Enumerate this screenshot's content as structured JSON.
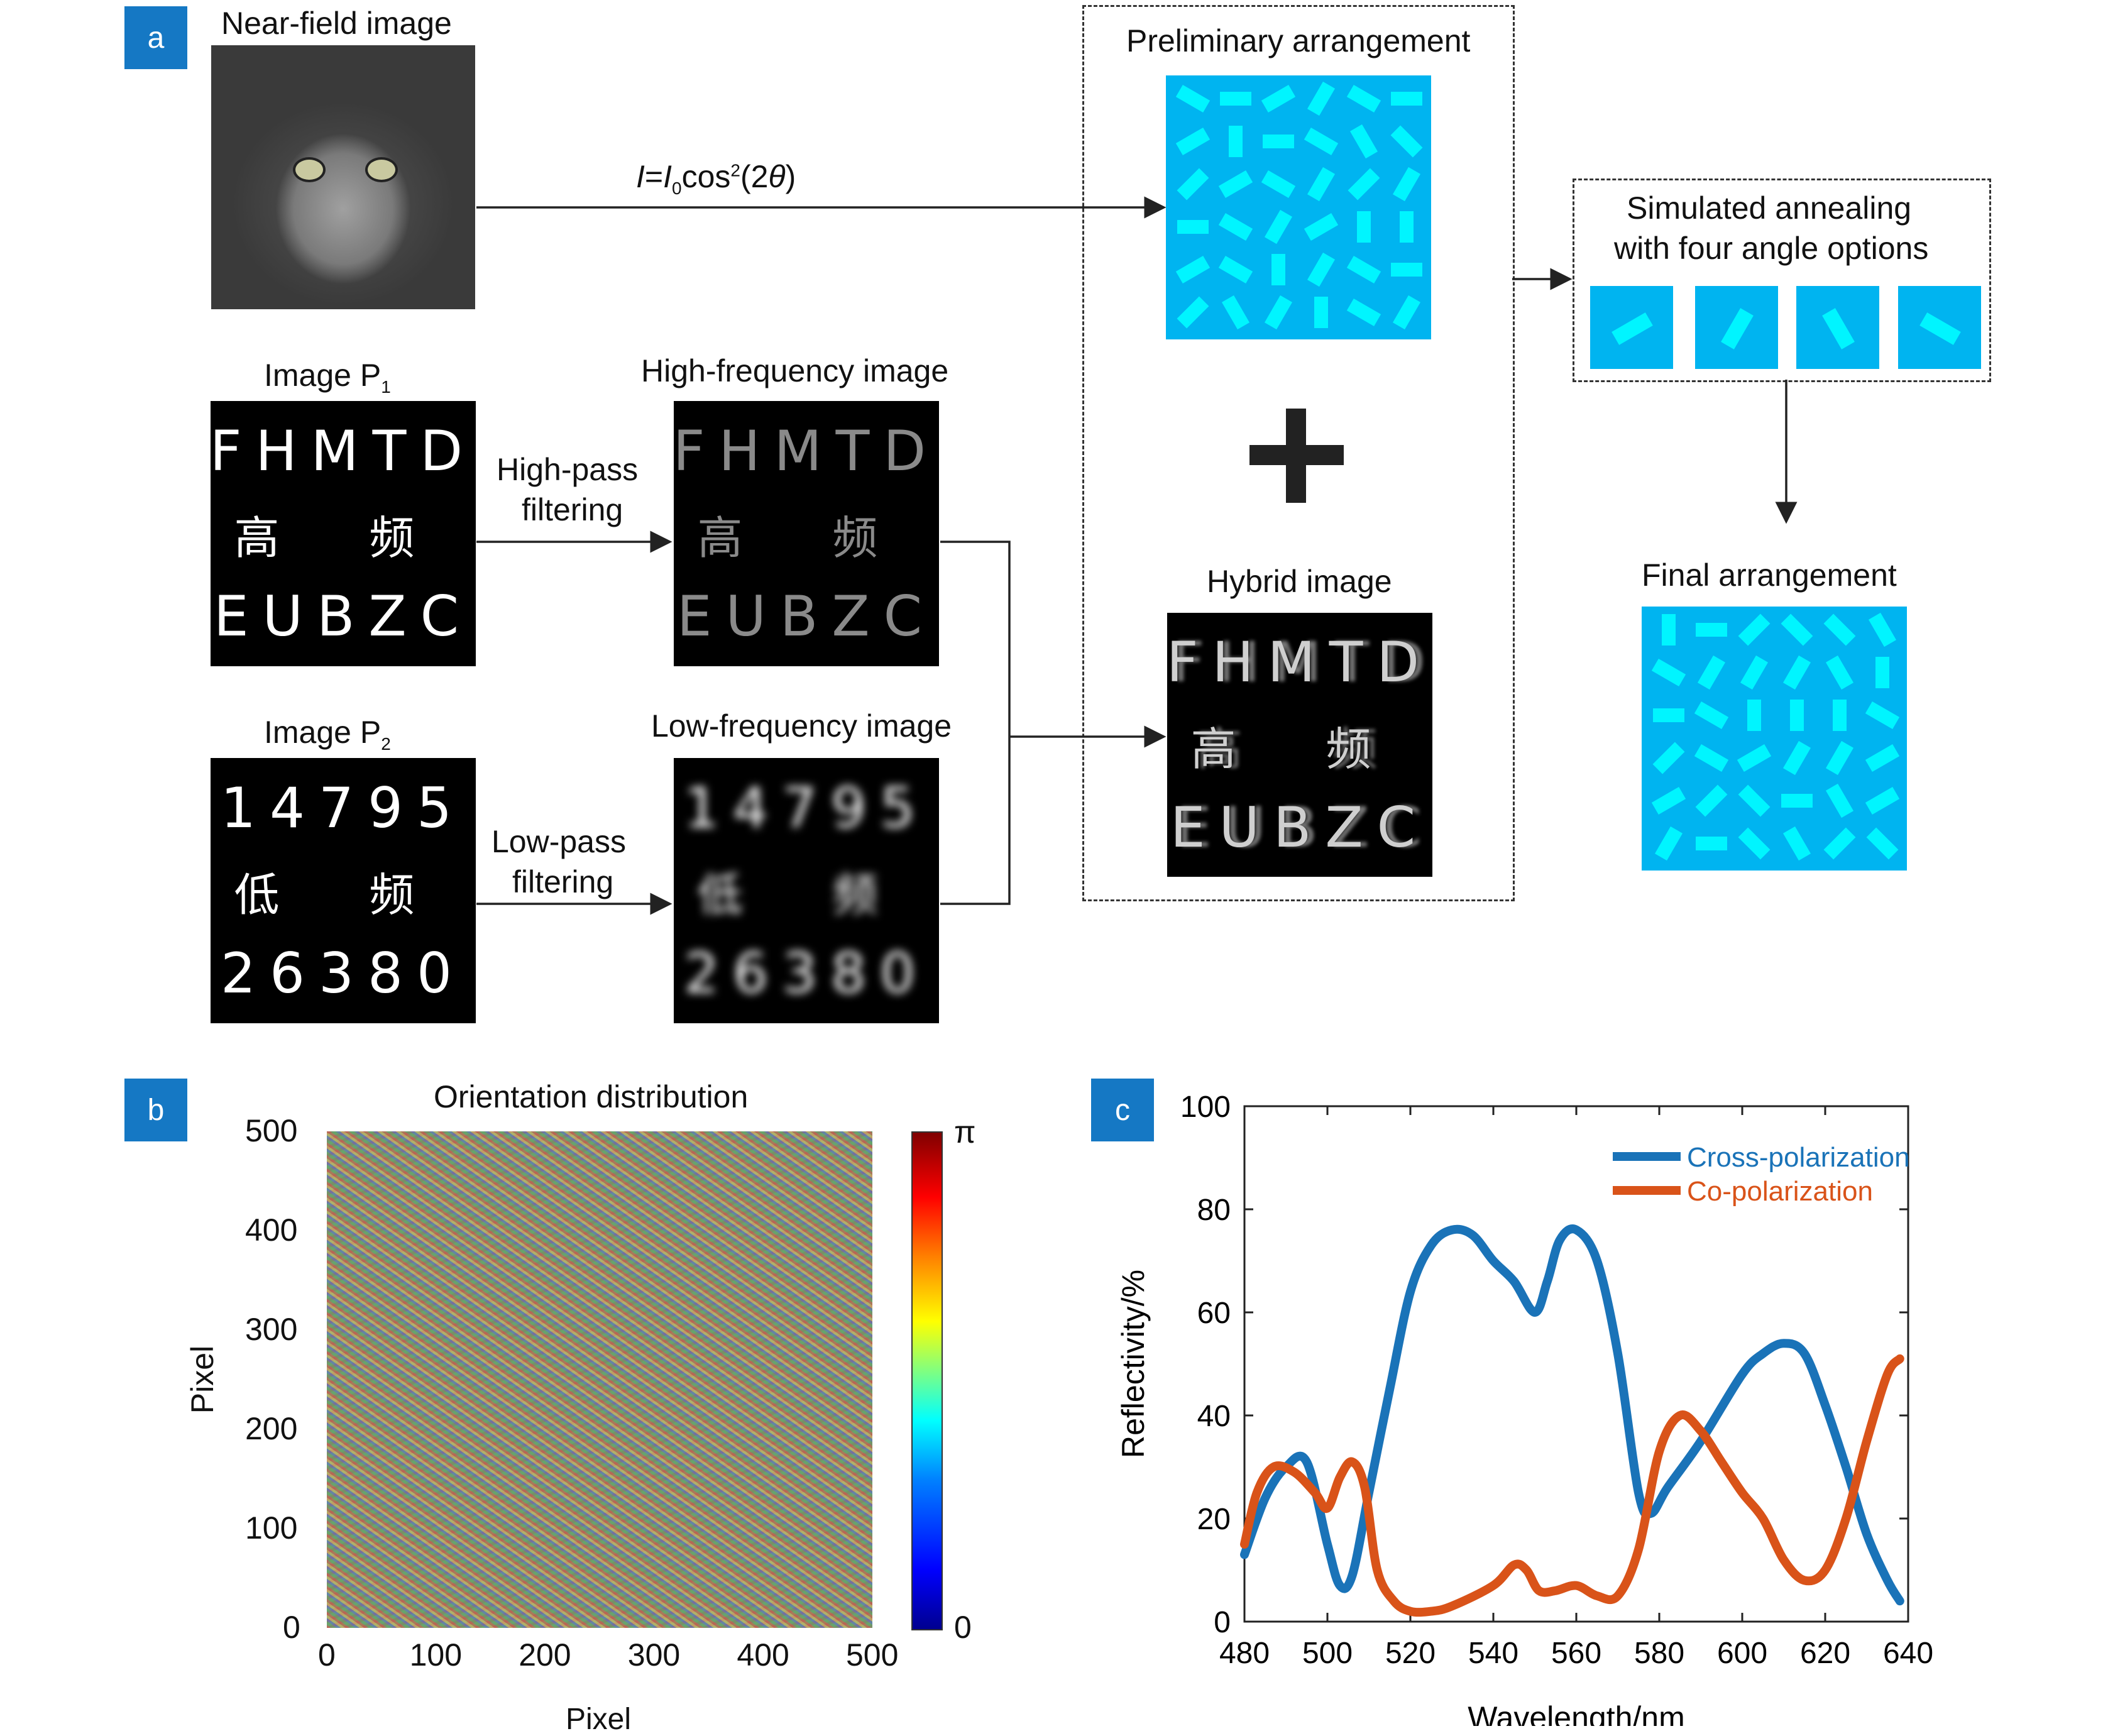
{
  "panel_a": {
    "badge": "a",
    "near_field_label": "Near-field image",
    "formula": {
      "I": "I",
      "eq": "=",
      "I0": "I",
      "sub0": "0",
      "cos": "cos",
      "sup2": "2",
      "arg_open": "(2",
      "theta": "θ",
      "arg_close": ")"
    },
    "preliminary_label": "Preliminary arrangement",
    "sa_label_line1": "Simulated annealing",
    "sa_label_line2": "with four angle options",
    "final_label": "Final arrangement",
    "image_p1_label": "Image P",
    "image_p1_sub": "1",
    "image_p2_label": "Image P",
    "image_p2_sub": "2",
    "high_freq_label": "High-frequency image",
    "low_freq_label": "Low-frequency image",
    "hybrid_label": "Hybrid image",
    "high_pass_line1": "High-pass",
    "high_pass_line2": "filtering",
    "low_pass_line1": "Low-pass",
    "low_pass_line2": "filtering",
    "plus": "+",
    "p1_rows": [
      "FHMTD",
      "高  频",
      "EUBZC"
    ],
    "p2_rows": [
      "14795",
      "低  频",
      "26380"
    ],
    "hybrid_rows": [
      "FHMTD",
      "高  频",
      "EUBZC"
    ]
  },
  "panel_b": {
    "badge": "b",
    "title": "Orientation distribution",
    "xlabel": "Pixel",
    "ylabel": "Pixel",
    "x_ticks": [
      "0",
      "100",
      "200",
      "300",
      "400",
      "500"
    ],
    "y_ticks": [
      "0",
      "100",
      "200",
      "300",
      "400",
      "500"
    ],
    "colorbar_max": "π",
    "colorbar_min": "0"
  },
  "panel_c": {
    "badge": "c",
    "colors": {
      "cross": "#1a73b8",
      "co": "#d95319"
    }
  },
  "chart_data": {
    "type": "line",
    "title": "",
    "xlabel": "Wavelength/nm",
    "ylabel": "Reflectivity/%",
    "xlim": [
      480,
      640
    ],
    "ylim": [
      0,
      100
    ],
    "x_ticks": [
      "480",
      "500",
      "520",
      "540",
      "560",
      "580",
      "600",
      "620",
      "640"
    ],
    "y_ticks": [
      "0",
      "20",
      "40",
      "60",
      "80",
      "100"
    ],
    "legend_position": "top-right",
    "series": [
      {
        "name": "Cross-polarization",
        "color": "#1a73b8",
        "x": [
          480,
          485,
          490,
          495,
          500,
          503,
          506,
          510,
          515,
          520,
          525,
          530,
          535,
          540,
          545,
          550,
          553,
          556,
          560,
          565,
          570,
          575,
          578,
          582,
          590,
          600,
          605,
          610,
          615,
          620,
          625,
          630,
          635,
          638
        ],
        "y": [
          13,
          24,
          30,
          31,
          15,
          7,
          9,
          25,
          45,
          64,
          73,
          76,
          75,
          70,
          66,
          60,
          66,
          74,
          76,
          70,
          52,
          25,
          21,
          26,
          35,
          48,
          52,
          54,
          52,
          42,
          30,
          17,
          8,
          4
        ]
      },
      {
        "name": "Co-polarization",
        "color": "#d95319",
        "x": [
          480,
          483,
          487,
          492,
          497,
          500,
          503,
          506,
          509,
          512,
          516,
          520,
          525,
          530,
          540,
          545,
          548,
          551,
          555,
          560,
          565,
          570,
          575,
          580,
          585,
          590,
          595,
          600,
          605,
          610,
          615,
          620,
          625,
          630,
          635,
          638
        ],
        "y": [
          15,
          25,
          30,
          29,
          25,
          22,
          28,
          31,
          26,
          10,
          4,
          2,
          2,
          3,
          7,
          11,
          10,
          6,
          6,
          7,
          5,
          5,
          14,
          33,
          40,
          37,
          31,
          25,
          20,
          12,
          8,
          10,
          20,
          35,
          48,
          51
        ]
      }
    ]
  }
}
